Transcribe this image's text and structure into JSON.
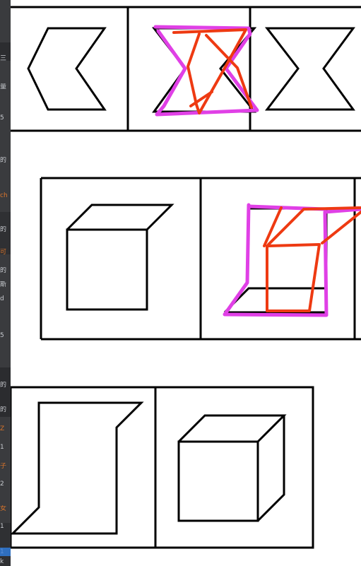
{
  "side_panel": {
    "fragments": [
      "三",
      "量",
      "5",
      "的",
      "ch",
      "的",
      "可",
      "的",
      "斯",
      "d",
      "5",
      "的",
      "的",
      "Z",
      "1",
      "子",
      "2",
      "女",
      "1",
      "1",
      "k"
    ]
  },
  "annotations": {
    "pen_colors": {
      "magenta": "#e040e6",
      "red": "#ee3a12"
    }
  },
  "puzzle": {
    "row1": {
      "cells": [
        "chevron-arrow-figure",
        "hourglass-figure-annotated",
        "hourglass-figure"
      ]
    },
    "row2": {
      "cells": [
        "cube-figure",
        "open-cube-figure-annotated",
        "cut-off-cell"
      ]
    },
    "row3": {
      "cells": [
        "folded-strip-figure",
        "cube-figure"
      ]
    }
  }
}
